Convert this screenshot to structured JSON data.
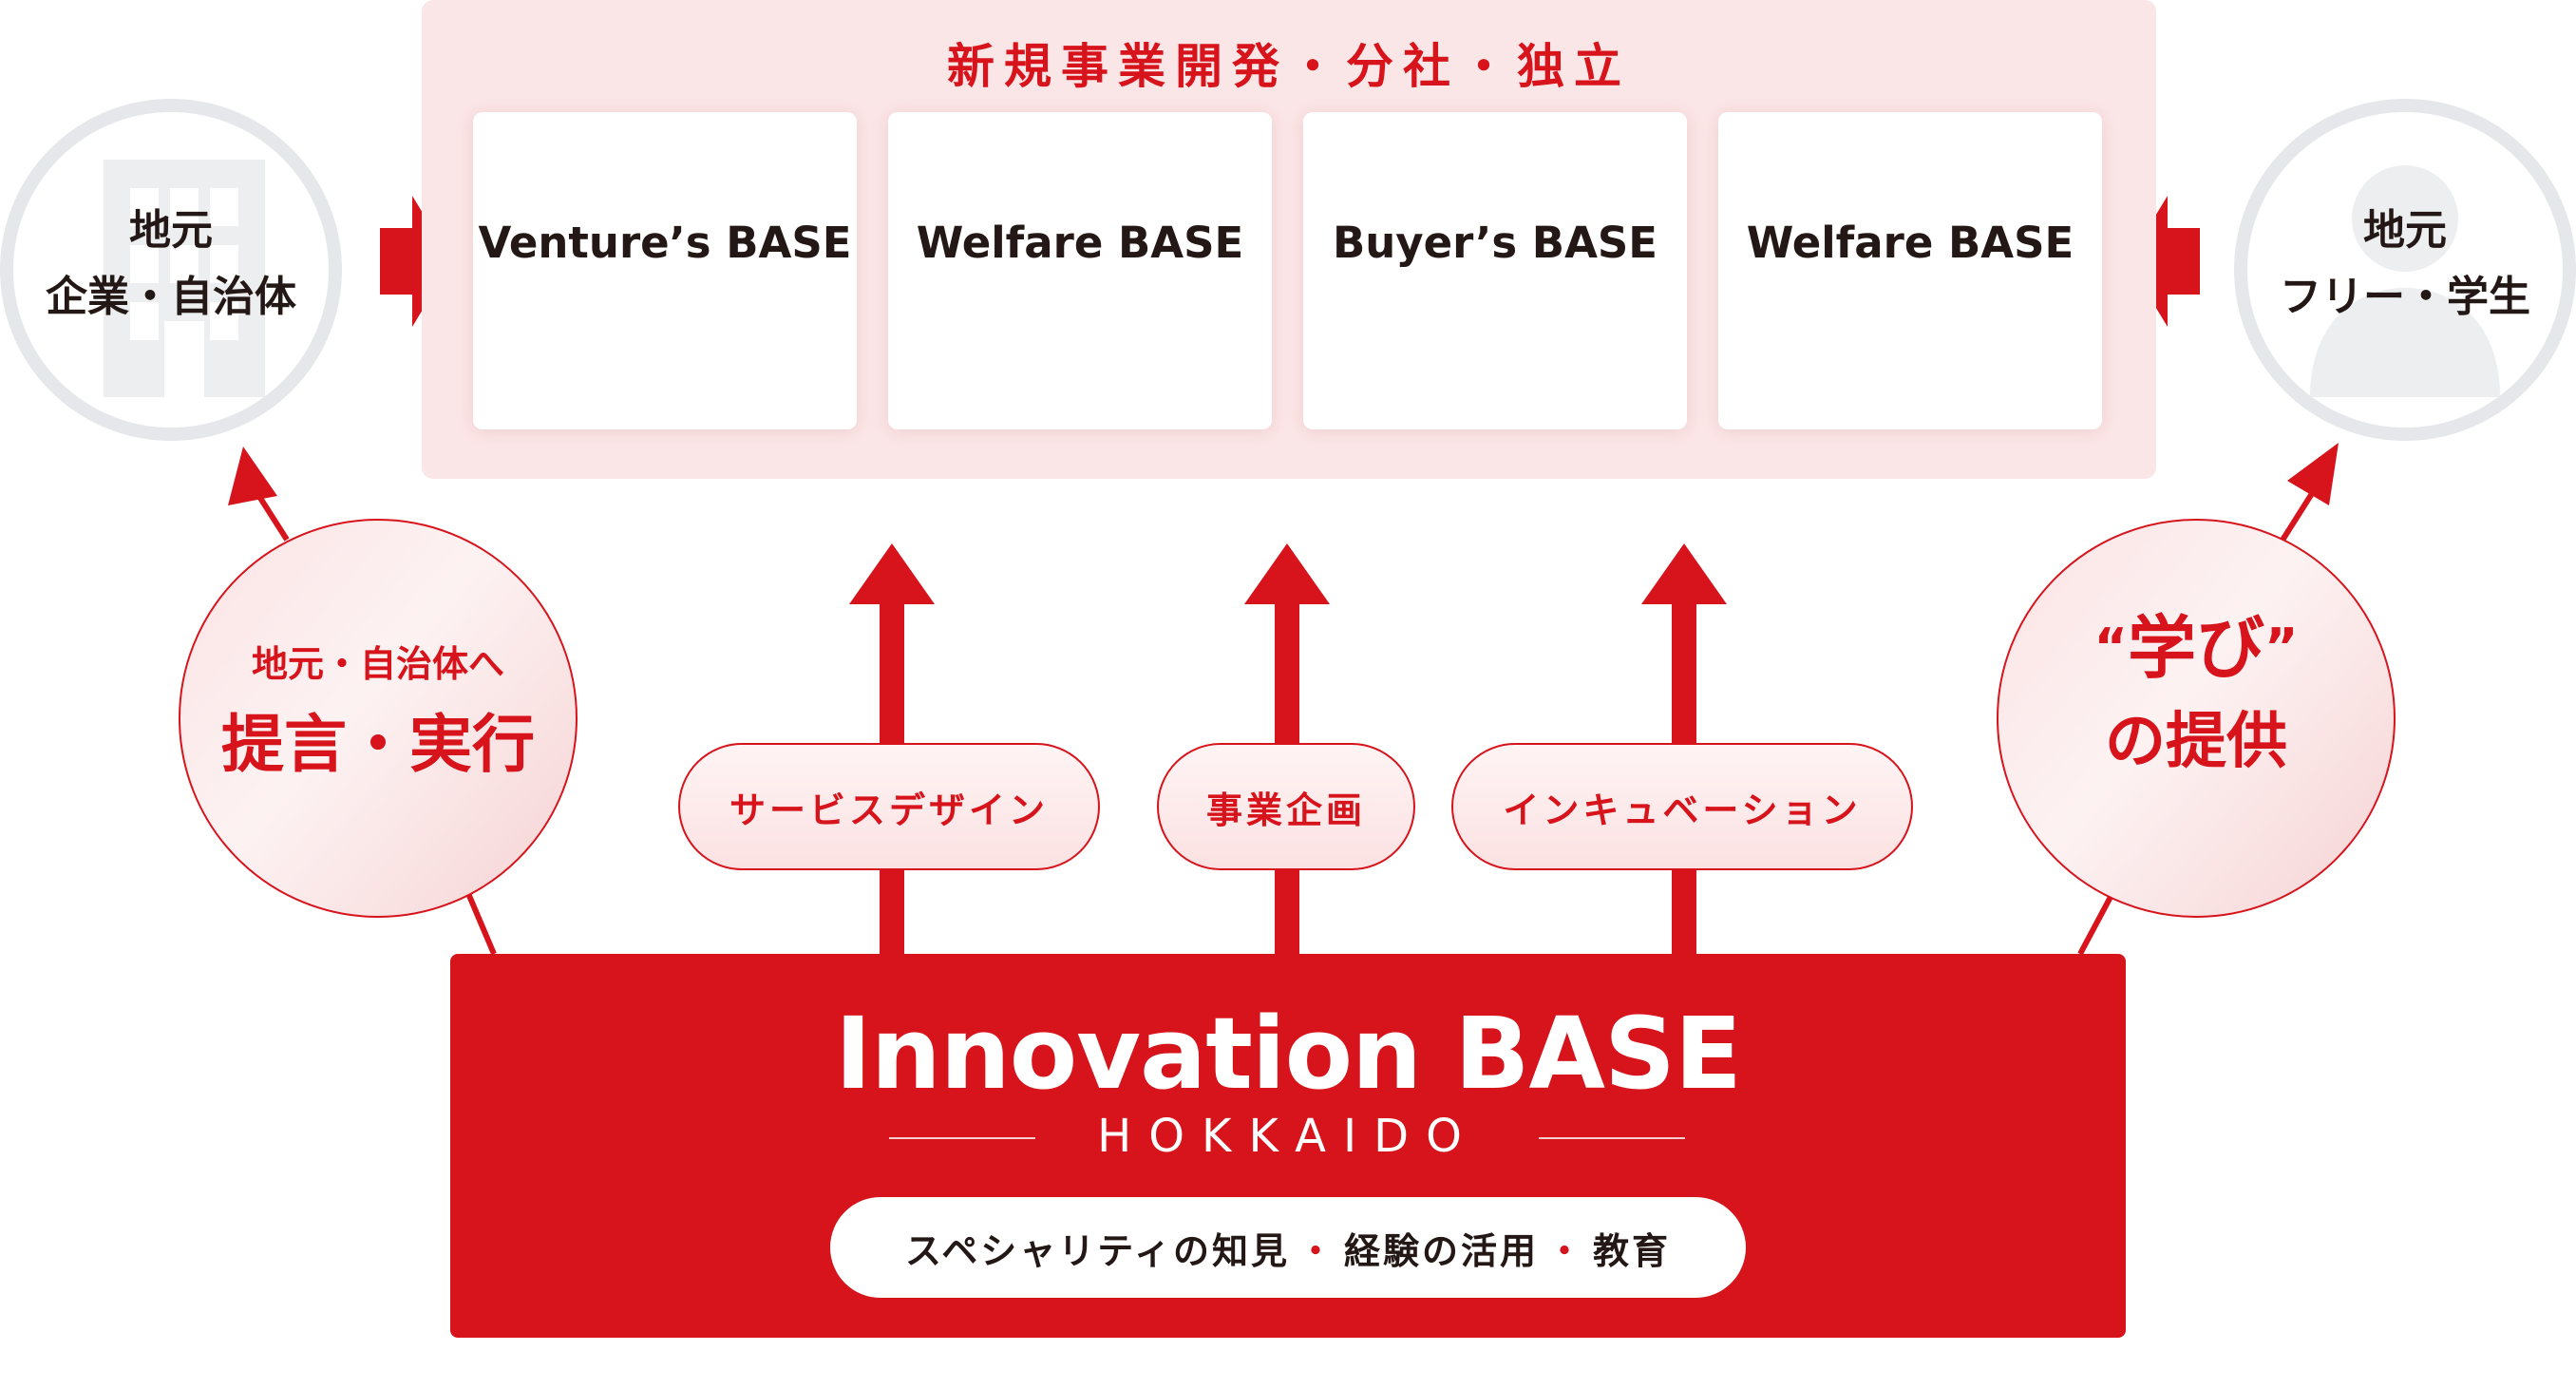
{
  "top": {
    "title": "新規事業開発・分社・独立",
    "cards": [
      "Venture’s BASE",
      "Welfare BASE",
      "Buyer’s BASE",
      "Welfare BASE"
    ]
  },
  "left_stakeholder": {
    "line1": "地元",
    "line2": "企業・自治体",
    "icon": "building-icon"
  },
  "right_stakeholder": {
    "line1": "地元",
    "line2": "フリー・学生",
    "icon": "person-icon"
  },
  "left_bubble": {
    "small": "地元・自治体へ",
    "big": "提言・実行"
  },
  "right_bubble": {
    "quote_open": "“",
    "line1": "学び",
    "quote_close": "”",
    "line2": "の提供"
  },
  "pills": [
    "サービスデザイン",
    "事業企画",
    "インキュベーション"
  ],
  "base": {
    "name": "Innovation BASE",
    "sub": "HOKKAIDO",
    "tagline_1": "スペシャリティの知見",
    "tagline_2": "経験の活用",
    "tagline_3": "教育",
    "separator": "・"
  },
  "colors": {
    "accent": "#d7131b",
    "panel": "#fbe6e7",
    "ring": "#e6e7ea",
    "text": "#231815"
  }
}
